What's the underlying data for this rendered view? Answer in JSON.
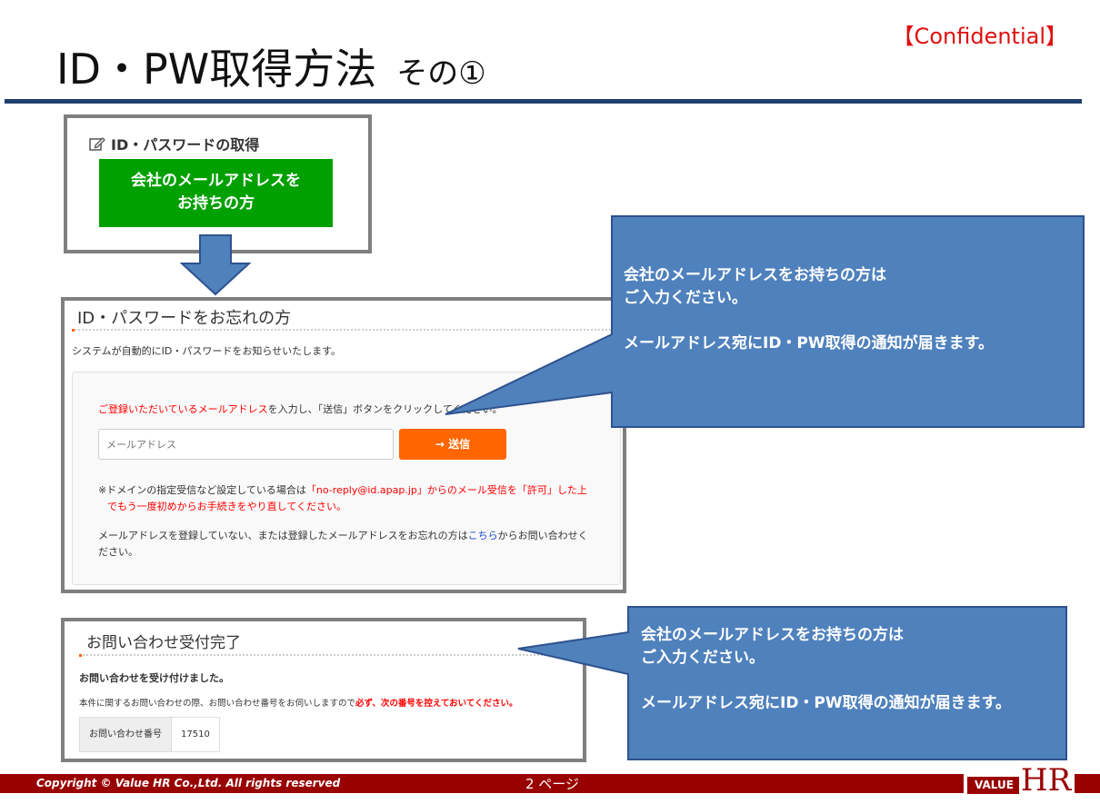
{
  "slide": {
    "title": "ID・PW取得方法",
    "title_sub": "その①",
    "confidential": "【Confidential】"
  },
  "box1": {
    "header": "ID・パスワードの取得",
    "green_button_line1": "会社のメールアドレスを",
    "green_button_line2": "お持ちの方"
  },
  "box2": {
    "header": "ID・パスワードをお忘れの方",
    "intro": "システムが自動的にID・パスワードをお知らせいたします。",
    "instruction_red": "ご登録いただいているメールアドレス",
    "instruction_rest": "を入力し、「送信」ボタンをクリックしてください。",
    "email_placeholder": "メールアドレス",
    "send_label": "送信",
    "note_prefix": "※ドメインの指定受信など設定している場合は",
    "note_red": "「no-reply@id.apap.jp」からのメール受信を「許可」した上でもう一度初めからお手続きをやり直してください。",
    "help_prefix": "メールアドレスを登録していない、または登録したメールアドレスをお忘れの方は",
    "help_link": "こちら",
    "help_suffix": "からお問い合わせください。"
  },
  "box3": {
    "header": "お問い合わせ受付完了",
    "received": "お問い合わせを受け付けました。",
    "note": "本件に関するお問い合わせの際、お問い合わせ番号をお伺いしますので",
    "note_red": "必ず、次の番号を控えておいてください。",
    "number_label": "お問い合わせ番号",
    "number_value": "17510"
  },
  "callout1": {
    "line1": "会社のメールアドレスをお持ちの方は",
    "line2": "ご入力ください。",
    "line3": "メールアドレス宛にID・PW取得の通知が届きます。"
  },
  "callout2": {
    "line1": "会社のメールアドレスをお持ちの方は",
    "line2": "ご入力ください。",
    "line3": "メールアドレス宛にID・PW取得の通知が届きます。"
  },
  "footer": {
    "copyright": "Copyright © Value HR Co.,Ltd. All rights reserved",
    "page": "2 ページ",
    "logo_small": "VALUE",
    "logo_big": "HR"
  },
  "colors": {
    "accent_blue": "#4F81BD",
    "rule": "#1F3F6F",
    "green": "#00A000",
    "orange": "#FF6600",
    "footer": "#990000"
  }
}
